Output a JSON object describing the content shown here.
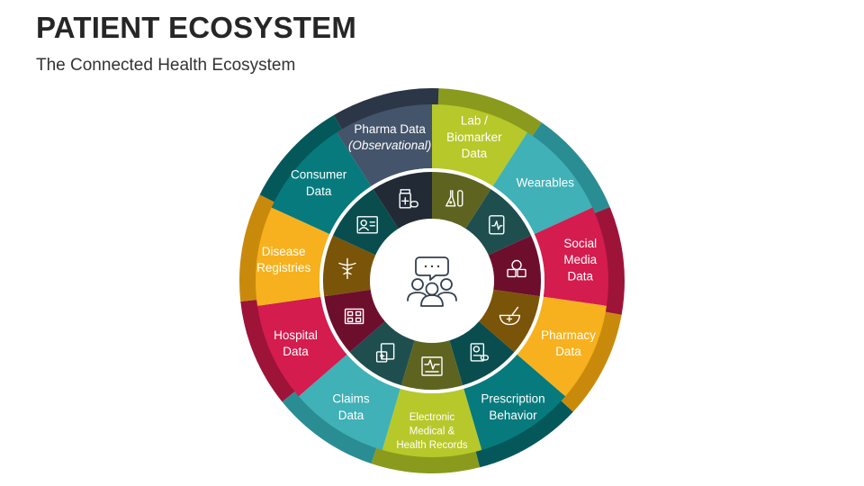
{
  "title": "PATIENT ECOSYSTEM",
  "subtitle": "The Connected Health Ecosystem",
  "center_icon": "people-chat-icon",
  "segments": [
    {
      "lines": [
        "Lab /",
        "Biomarker",
        "Data"
      ],
      "italic_last": false,
      "color": "#B7C82A",
      "dark": "#8A9A1C",
      "icon": "lab-flask-icon"
    },
    {
      "lines": [
        "Wearables"
      ],
      "italic_last": false,
      "color": "#3FB1B7",
      "dark": "#2A8D93",
      "icon": "wearable-tablet-icon"
    },
    {
      "lines": [
        "Social",
        "Media",
        "Data"
      ],
      "italic_last": false,
      "color": "#D41C4F",
      "dark": "#9E1338",
      "icon": "social-media-icon"
    },
    {
      "lines": [
        "Pharmacy",
        "Data"
      ],
      "italic_last": false,
      "color": "#F7B11E",
      "dark": "#C98A0C",
      "icon": "mortar-pestle-icon"
    },
    {
      "lines": [
        "Prescription",
        "Behavior"
      ],
      "italic_last": false,
      "color": "#077A7D",
      "dark": "#05585A",
      "icon": "prescription-icon"
    },
    {
      "lines": [
        "Electronic",
        "Medical &",
        "Health Records"
      ],
      "italic_last": false,
      "color": "#B7C82A",
      "dark": "#8A9A1C",
      "icon": "ehr-monitor-icon"
    },
    {
      "lines": [
        "Claims",
        "Data"
      ],
      "italic_last": false,
      "color": "#3FB1B7",
      "dark": "#2A8D93",
      "icon": "claims-document-icon"
    },
    {
      "lines": [
        "Hospital",
        "Data"
      ],
      "italic_last": false,
      "color": "#D41C4F",
      "dark": "#9E1338",
      "icon": "hospital-building-icon"
    },
    {
      "lines": [
        "Disease",
        "Registries"
      ],
      "italic_last": false,
      "color": "#F7B11E",
      "dark": "#C98A0C",
      "icon": "caduceus-icon"
    },
    {
      "lines": [
        "Consumer",
        "Data"
      ],
      "italic_last": false,
      "color": "#077A7D",
      "dark": "#05585A",
      "icon": "consumer-profile-icon"
    },
    {
      "lines": [
        "Pharma Data",
        "(Observational)"
      ],
      "italic_last": true,
      "color": "#44546A",
      "dark": "#2B3647",
      "icon": "medicine-bottle-icon"
    }
  ],
  "inner_colors": [
    "#5E6420",
    "#1F4E4F",
    "#6E0E2D",
    "#7A5408",
    "#0A4D4F",
    "#5E6420",
    "#1F4E4F",
    "#6E0E2D",
    "#7A5408",
    "#0A4D4F",
    "#222A35"
  ]
}
